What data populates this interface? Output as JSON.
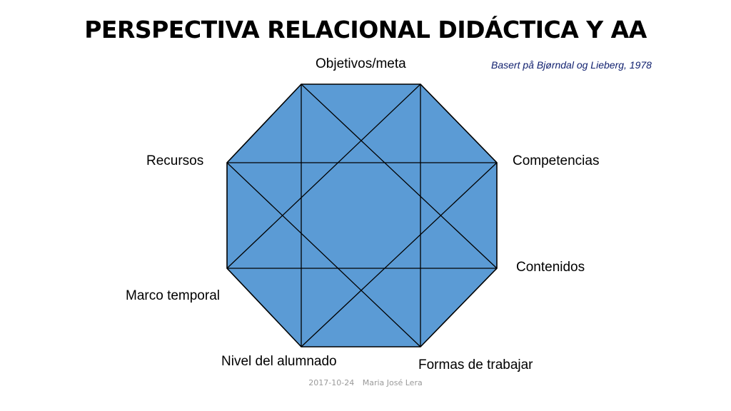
{
  "title": "PERSPECTIVA RELACIONAL DIDÁCTICA Y AA",
  "source": "Basert på Bjørndal og Lieberg, 1978",
  "nodes": {
    "objetivos": "Objetivos/meta",
    "competencias": "Competencias",
    "contenidos": "Contenidos",
    "formas": "Formas de trabajar",
    "nivel": "Nivel del alumnado",
    "marco": "Marco temporal",
    "recursos": "Recursos"
  },
  "footer": {
    "date": "2017-10-24",
    "author": "Maria José Lera"
  },
  "colors": {
    "octagon_fill": "#5b9bd5",
    "stroke": "#000000",
    "source_text": "#0f1f6e"
  }
}
